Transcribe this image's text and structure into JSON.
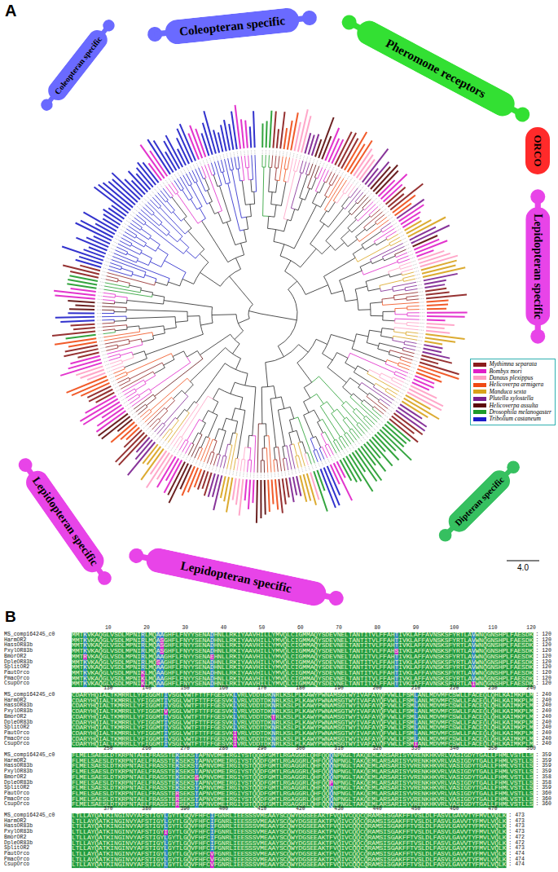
{
  "diagram": {
    "nodes": [
      {
        "text": [
          "Coleopteran specific"
        ]
      },
      {
        "text": [
          "Coleopteran specific"
        ]
      },
      {
        "text": [
          "Pheromone receptors"
        ]
      },
      {
        "text": [
          "ORCO"
        ]
      },
      {
        "text": [
          "Lepidopteran specific"
        ]
      },
      {
        "text": [
          "Dipteran specific"
        ]
      },
      {
        "text": [
          "Lepidopteran specific"
        ]
      },
      {
        "text": [
          "Lepidopteran specific"
        ]
      }
    ],
    "labels": [
      "A",
      "4.0",
      "B",
      "10",
      "20",
      "30",
      "40",
      "50",
      "60",
      "70",
      "80",
      "90",
      "100",
      "110",
      "120",
      "MS_comp164245_c0",
      "MMTKVKAQGLVSDLMPNIRLMQAAGHFLFNYYSENADHNLLRKIYAAVHILLYMVQLCIGMMAQYSDEVNELTANTITVLFFAHTIVKLAFFAVNSKSFYRTLAVWNQGNSHPLFAESDK",
      ": 120",
      "HarmOR2",
      "MMTKVKAQGLVSDLMPNIRLMQASGHFLFNYYSENADHNLLRKIYAAVHILLYMVQLCIGMMAQYSDEVNELTANTITVLFFAHTIVKLAFFAVNSKSFYRTLAVWNQGNSHPLFAESDK",
      ": 120",
      "HassOR83b",
      "MMTKVKAQGLVSDLMPNIRLMQASGHFLFNYYSENADHNLLRKIYAAVHILLYMVQLCIGMMAQYSDEVNELTANTITVLFFAHTIVKLAFFAVNSKSFYRTLAVWNQGNSHPLFAESDK",
      ": 120",
      "PxylOR83b",
      "MMTKVKAQGLVSDLMPNIRLMQASGHFLFNYYSENADHNLLRKIYAAVHILLYMVQLCIGMMAQYSDEVNELTANTITVLFFAHSIVKLAFFAVNSKSFYRTLAVWNQGNSHPLFAESDK",
      ": 120",
      "BmorOR2",
      "MMTRVKAQGLVSDLMPNIRLMQAAGHFLFNYYSENAEHNLLRKIYAAVHILLYMVQLCIGMMAQYSDEVNELTANTITVLFFAHTIVKLAFFAVNSKSFYRTLAVWNQGNSHPLFAESDK",
      ": 120",
      "DpleOR83b",
      "MMTKVKAQGLVSDLMPNIRLMQSAGHFLFNYYSENADHNLLRKIYAAVHILLYMVQLCIGMMAQYSDEVNELTANTITVLFFAHTIVKLAFFAVNSKSFYRTLAVWNQGNSHPLFAESDK",
      ": 120",
      "SplitOR2",
      "MMTKVKAQGLVSDLMPNIRLMQAAGHFLFNYYSENADHNLLRKIYAAVHILLYMVQLCIGMMAQYSDEVNELTANTITVLFFAHTIVKLAFFAVNSKSFYRTLAVWNQGNSHPLFAESDK",
      ": 120",
      "PautOrco",
      "MMTKVKAQGLVSDLMPNIKLMQAAGHFLFNYYSENADHNLLRKIYAAVHILLYMVQLCIGMMAQYSDEVNELTANTITVLFFAHTIVKLAFFAVNSKSFYRTLAVWNQGNSHPLFAESDK",
      ": 120",
      "PmacOrco",
      "MMTKVKAQGLVSDLMPNIKLMQAAGHFLFNYYSENADHNLLRKIYAAVHILLYMVQLCIGMMAQYSDEVNELTANTITVLFFAHTIVKLAFFAVNSKSFYRTLAVWNQGNSHPLFAESDK",
      ": 120",
      "CsupOrco",
      "MMTKVKAQGLVSDLMPNIKLMQAAGHFLFNYYSENADHNLLRKIYAAVHILLYMVQLCIGMMAQYSDEVNELTANTITVLFFAHTIVKLAFFAVNSKSFYRTLAIWNQGNSHPLFAESDK",
      ": 120",
      "130",
      "140",
      "150",
      "160",
      "170",
      "180",
      "190",
      "200",
      "210",
      "220",
      "230",
      "240",
      "MS_comp164245_c0",
      "CDARYHQIALTKMRRLLYFIGGMTIVSGLVWTFTTFFGESVKLVRLVDDTDKNRLKSLPLKAWYPWNAMSGTWYIVAFAYQFVWLLFSMLANLMDVMFCSWLLFACEQLQHLKAIMKPLM",
      ": 240",
      "HarmOR2",
      "CDARYHQIALTKMRRLLYFIGGMTIVSGLVWTFTTFFGESVKLVRLVDDTDKNRLKSLPLKAWYPWNAMSGTWYIVAFAYQFVWLLFSMLANLMDVMFCSWLLFACEQLQHLKAIMKPLM",
      ": 240",
      "HassOR83b",
      "CDARYHQIALTKMRRLLYFIGGMTIVSGLVWTFTTFFGESVKLVRLVDDTDKNRLKSLPLKAWYPWNAMSGTWYIVAFAYQFVWLLFSMLANLMDVMFCSWLLFACEQLQHLKAIMKPLM",
      ": 240",
      "PxylOR83b",
      "CDARYHQIALTKMRRLLYFIGGMTVVSGLVWTFTTFFGESVKLVRLVDDTDKNRLKSLPLKAWYPWNAMSGTWYIVAFAYQFVWLLFSMLANLMDVMFCSWLLFACEQLQHLKAIMKPLM",
      ": 240",
      "BmorOR2",
      "CDARYHQIALTKMRRLLYFIGGMTIVSGLVWTFTTFFGESVKLVRLVDDTDKTRLKSLPLKAWYPWNAMSGTWYIVAFAYQFVWLLFSMLANLMDVMFCSWLLFACEQLQHLKAIMKPLM",
      ": 240",
      "DpleOR83b",
      "CDARYHQIALTKMRRLLYFIGGMTIVSGLVWTFTTFFGESVKLVRLVDDTDKNRLKSLPLKAWYPWNAMSGTWYIVAFAYQFVWLLFSMLANLMDVMFCSWLLFACEQLQHLKAIMKPLM",
      ": 240",
      "SplitOR2",
      "CDARYHQIALTKMRRLLYFIGGMTIVSGLVWTFTTFFGESVKLVRLVDDTDKNRLKSLPLKAWYPWNAMSGTWYIVAFAYQFVWLLFSMLANLMDVMFCSWLLFACEQLQHLKAIMKPLM",
      ": 240",
      "PautOrco",
      "CDARYHQIALTKMRRLLYFIGGMTIVSGLVWTFTTFFGESVKIVRLVDDTDKNRLKSLPLKAWYPWNAMSGTWYIVAFAYQFVWLLFSMLANLMDVMFCSWLLFACEQLQHLKAIMKPLM",
      ": 240",
      "PmacOrco",
      "CDARYHQIALTKMRRLLYFIGGMTIVSGLVWTFTTFFGESVKIVRLVDDTDKNRLKSLPLKAWYPWNAMSGTWYIVAFAYQFVWLLFSMLANLMDVMFCSWLLFACEQLQHLKAIMKPLM",
      ": 240",
      "CsupOrco",
      "CDARYHQIALTKMRRLLYFIGGMTIVSGLVWTFTTFFGESVKIVRLVDDTDKNRLKSLPLKAWYPWNAMSGTWYIVAFAYQFVWLLFSMIANLMDVMFCSWLLFACEQLQHLKAIMKPLM",
      ": 240",
      "250",
      "260",
      "270",
      "280",
      "290",
      "300",
      "310",
      "320",
      "330",
      "340",
      "350",
      "360",
      "MS_comp164245_c0",
      "FLMELSAESLDTKRPNTAELFRASSTEKSEKSTAPNVDMEIRGIYSTQQDFGMTLRGAGGRLQHFQQQNPNGLTAKQEMLARSARISYVRENKHKVRLVASIGDYTGALLFHMLVSTLLS",
      ": 359",
      "HarmOR2",
      "FLMELSAESLDTKRPNTAELFRASSTEKSEKSTAPNVDMEIRGIYSTQQDFGMTLRGAGGRLQHFQQQNPNGLTAKQEMLARSARISYVRENKHKVRLVASIGDYTGALLFHMLVSTLLS",
      ": 359",
      "HassOR83b",
      "FLMELSAESLDTKRPNTAELFRASSTEKSEKSTAPNVDMEIRGIYSTQQDFGMTLRGAGGRLQHFQQQNPNGLTAKQEMLARSARISYVRENKHKVRLVASIGDYTGALLFHMLVSTLLS",
      ": 359",
      "PxylOR83b",
      "FLMELSAESLDTKRPNTAELFRASSTEKSEKSTAPNVDMEIRGIYSTQQDFGMTLRGAGGRLQHFQQQNPNGLTAKQEMLARSARISYVRENKHKVRLVASIGDYTGALLFHMLVSTLLS",
      ": 359",
      "BmorOR2",
      "FLMELSAESLDTKRPNTAELFRASSTEKSEKSSAPNVDMEIRGIYSTQQDFGMTLRGAGGRLQHFQQQNPNGLTAKQEMLARSARISYVRENKHKVRLVASIGDYTGALLFHMLVSTLLS",
      ": 358",
      "DpleOR83b",
      "FLMELSAESLDTKRPNTAELFRASSTEKSEKSTAPNVDMEIRGIYSTQQDFGMTLRGAGGRLQHFQQPNPNGLTAKQEMLARSARISYVRENKHKVRLVASIGDYTGALLFHMLVSTLLS",
      ": 358",
      "SplitOR2",
      "FLMELSAESLDTKRPNTAELFRASSTEKSEKSTAPNVDMEIRGIYSTQQDFGMTLRGAGGRLQHFQQQNPNGLTAKQEMLARSARISYVRENKHKVRLVASIGDYTGALLFHMLVSTLLS",
      ": 359",
      "PautOrco",
      "FLMELSAESLDTKRPNTAELFRASSTERSEKSTAPNVDMEIRGIYSTQQDFGMTLRGAGGRLQHFQQQNPNGLTAKQEMLARSARISYVRENKHKVRLVASIGDYTGALLFHMLVSTLLS",
      ": 360",
      "PmacOrco",
      "FLMELSAESLDTKRPNTAELFRASSTERSEKSTAPNVDMEIRGIYSTQQDFGMTLRGAGGRLQHFQQQNPNGLTAKQEMLARSARISYVRENKHKVRLVASIGDYTGALLFHMLVSTLLS",
      ": 360",
      "CsupOrco",
      "FLMELSAESLDTKRPNTAELFRASSTERSEKSTAPNVDMEIRGIYSTQQDFGMTLRGAGGRLQHFQQQNPNGLTAKQEMLARSARISYVRENKHKVRLVASIGDYTGALLFHMLVSTLLS",
      ": 360",
      "370",
      "380",
      "390",
      "400",
      "410",
      "420",
      "430",
      "440",
      "450",
      "460",
      "470",
      "MS_comp164245_c0",
      "LTLLAYQATKINGINVYAFSTIGYLGYTLGQVFHFCIFGNRLIEESSSVMEAAYSCQWYDGSEEAKTFVQIVCQQCQRAMSISGAKFFTVSLDLFASVLGAVVTYFMVLVQLK",
      ": 473",
      "HarmOR2",
      "LTLLAYQATKINGINVYAFSTIGYLGYTLGQVFHFCIFGNRLIEESSSVMEAAYSCQWYDGSEEAKTFVQIVCQQCQRAMSISGAKFFTVSLDLFASVLGAVVTYFMVLVQLK",
      ": 473",
      "HassOR83b",
      "LTLLAYQATKINGINVYAFSTIGYLGYTLGQVFHFCIFGNRLIEESSSVMEAAYSCQWYDGSEEAKTFVQIVCQQCQRAMSISGAKFFTVSLDLFASVLGAVVTYFMVLVQLK",
      ": 473",
      "PxylOR83b",
      "LTLLAYQATKINGINVYAFSTIGYIGYTLGQVFHFCIFGNRLIEESSSVMEAAYSCQWYDGSEEAKTFVQIVCQQCQRAMSISGAKFFTVSLDLFASVLGAVVTYFMVLVQLK",
      ": 473",
      "BmorOR2",
      "LTLLAYQATKINGINVYAFSTIGYLGYTLGQVFHFCIFGNRLIEESSSVMEAAYSCQWYDGSEEAKTFVQIVCQQCQRAMSISGAKFFTVSLDLFASVLGAVVTYFMVLVQLK",
      ": 472",
      "DpleOR83b",
      "LTLLAYQATKINGINVYAFSTIGYLGYTLGQVFHFCIFGNRLIEESSSVMEAAYSCQWYDGSEEAKTFVQIVCQQCQRAMSISGAKFFTVSLDLFASVLGAVVTYFMVLVQLK",
      ": 472",
      "SplitOR2",
      "LTLLAYQATKINGINVYAFSTIGYLGYTLGQVFHFCIFGNRLIEESSSVMEAAYSCQWYDGSEEAKTFVQIVCQQCQRAMSISGAKFFTVSLDLFASVLGAVVTYFMVLVQLK",
      ": 473",
      "PautOrco",
      "LTLLAYQATKINGINVYAFSTIGYLGYTLGQVFHFCVFGNRLIEESSSVMEAAYSCQWYDGSEEAKTFVQIVCQQCQRAMSISGAKFFTVSLDLFASVLGAVVTYFMVLVQLK",
      ": 474",
      "PmacOrco",
      "LTLLAYQATKINGINVYAFSTIGYLGYTLGQVFHFCVFGNRLIEESSSVMEAAYSCQWYDGSEEAKTFVQIVCQQCQRAMSISGAKFFTVSLDLFASVLGAVVTYFMVLVQLK",
      ": 474",
      "CsupOrco",
      "LTLLAYQATKINGINVYAFSTIGYLGYTLGQVFHFCVFGNRLIEESSSVMEAAYSCQWYDGSEEAKTFVQIVCQQCQRAMSISGAKFFTVSLDLFASVLGAVVTYFMVLVQLK",
      ": 474"
    ],
    "legend": [
      {
        "text": "Mythimna separata",
        "color": "#8b1c1c"
      },
      {
        "text": "Bombyx mori",
        "color": "#e01fc8"
      },
      {
        "text": "Danaus plexippus",
        "color": "#ff9ec4"
      },
      {
        "text": "Helicoverpa armigera",
        "color": "#f04a14"
      },
      {
        "text": "Manduca sexta",
        "color": "#d9a21b"
      },
      {
        "text": "Plutella xylostella",
        "color": "#7b1f8f"
      },
      {
        "text": "Helicoverpa assulta",
        "color": "#5c0a0a"
      },
      {
        "text": "Drosophila melanogaster",
        "color": "#1e9b2a"
      },
      {
        "text": "Tribolium castaneum",
        "color": "#1c1cc8"
      }
    ]
  }
}
